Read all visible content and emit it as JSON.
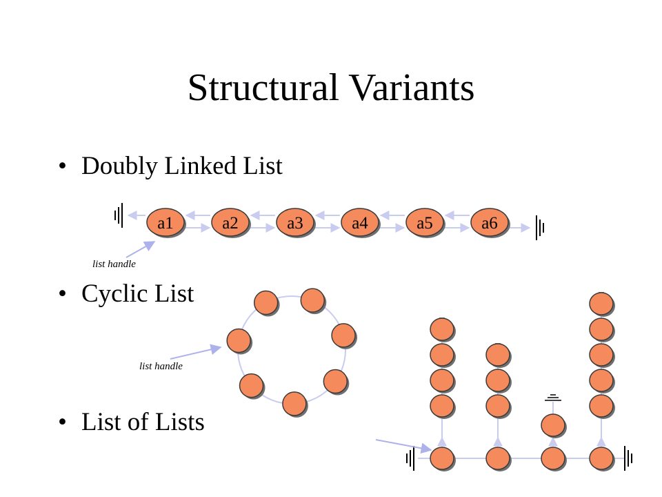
{
  "slide": {
    "title": "Structural Variants",
    "bullet_symbol": "•",
    "bullets": [
      "Doubly Linked List",
      "Cyclic List",
      "List of Lists"
    ]
  },
  "doubly_linked": {
    "nodes": [
      "a1",
      "a2",
      "a3",
      "a4",
      "a5",
      "a6"
    ],
    "handle_label": "list handle"
  },
  "cyclic": {
    "node_count": 7,
    "handle_label": "list handle"
  },
  "list_of_lists": {
    "sublist_lengths": [
      4,
      3,
      1,
      5
    ]
  },
  "colors": {
    "node_fill": "#f58a5c",
    "node_stroke": "#3a3a3a",
    "node_shadow": "#6f6f6f",
    "link": "#c9ccef",
    "handle_arrow": "#aeb2ea"
  }
}
